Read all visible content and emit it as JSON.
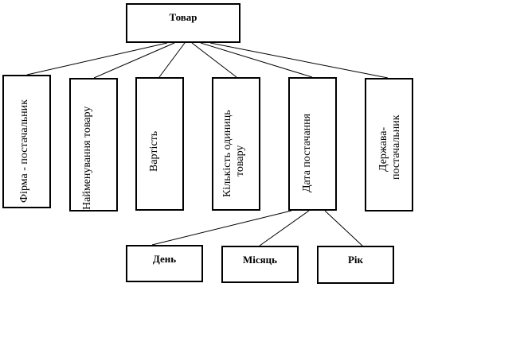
{
  "diagram": {
    "root": {
      "label": "Товар"
    },
    "attributes": [
      {
        "id": "supplier-firm",
        "lines": [
          "Фірма - постачальник"
        ]
      },
      {
        "id": "product-name",
        "lines": [
          "Найменування товару"
        ]
      },
      {
        "id": "cost",
        "lines": [
          "Вартість"
        ]
      },
      {
        "id": "unit-count",
        "lines": [
          "Кількість одиниць",
          "товару"
        ]
      },
      {
        "id": "delivery-date",
        "lines": [
          "Дата постачання"
        ]
      },
      {
        "id": "supplier-country",
        "lines": [
          "Держава-",
          "постачальник"
        ]
      }
    ],
    "date_parts": [
      {
        "id": "day",
        "label": "День"
      },
      {
        "id": "month",
        "label": "Місяць"
      },
      {
        "id": "year",
        "label": "Рік"
      }
    ]
  }
}
